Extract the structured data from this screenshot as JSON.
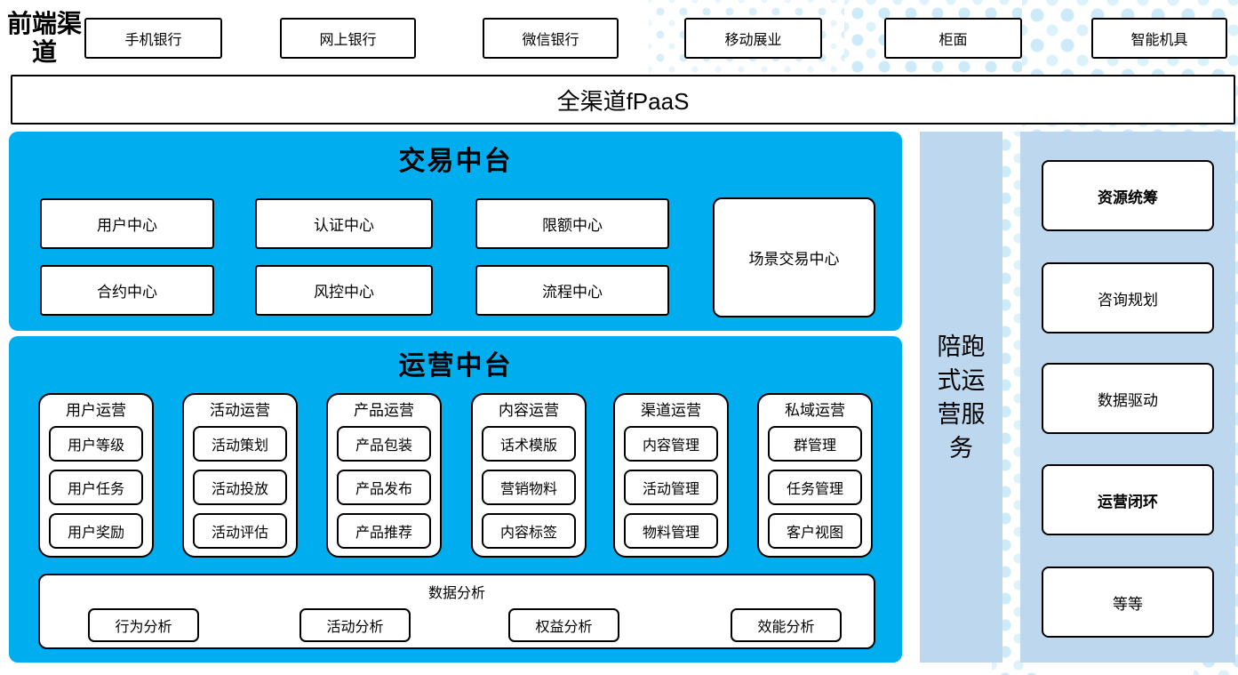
{
  "colors": {
    "bright_blue": "#00AEEF",
    "light_blue": "#BDD7EE",
    "dot_blue": "#CDEAF8",
    "border": "#000000"
  },
  "front_channels": {
    "label": "前端渠道",
    "items": [
      "手机银行",
      "网上银行",
      "微信银行",
      "移动展业",
      "柜面",
      "智能机具"
    ]
  },
  "fpaas": {
    "label": "全渠道fPaaS"
  },
  "trade_platform": {
    "title": "交易中台",
    "row1": [
      "用户中心",
      "认证中心",
      "限额中心"
    ],
    "row2": [
      "合约中心",
      "风控中心",
      "流程中心"
    ],
    "scene_center": "场景交易中心"
  },
  "ops_platform": {
    "title": "运营中台",
    "groups": [
      {
        "title": "用户运营",
        "items": [
          "用户等级",
          "用户任务",
          "用户奖励"
        ]
      },
      {
        "title": "活动运营",
        "items": [
          "活动策划",
          "活动投放",
          "活动评估"
        ]
      },
      {
        "title": "产品运营",
        "items": [
          "产品包装",
          "产品发布",
          "产品推荐"
        ]
      },
      {
        "title": "内容运营",
        "items": [
          "话术模版",
          "营销物料",
          "内容标签"
        ]
      },
      {
        "title": "渠道运营",
        "items": [
          "内容管理",
          "活动管理",
          "物料管理"
        ]
      },
      {
        "title": "私域运营",
        "items": [
          "群管理",
          "任务管理",
          "客户视图"
        ]
      }
    ],
    "analysis": {
      "title": "数据分析",
      "items": [
        "行为分析",
        "活动分析",
        "权益分析",
        "效能分析"
      ]
    }
  },
  "service_bar": {
    "label": "陪跑式运营服务"
  },
  "right_column": {
    "items": [
      {
        "label": "资源统筹",
        "bold": true
      },
      {
        "label": "咨询规划",
        "bold": false
      },
      {
        "label": "数据驱动",
        "bold": false
      },
      {
        "label": "运营闭环",
        "bold": true
      },
      {
        "label": "等等",
        "bold": false
      }
    ]
  }
}
